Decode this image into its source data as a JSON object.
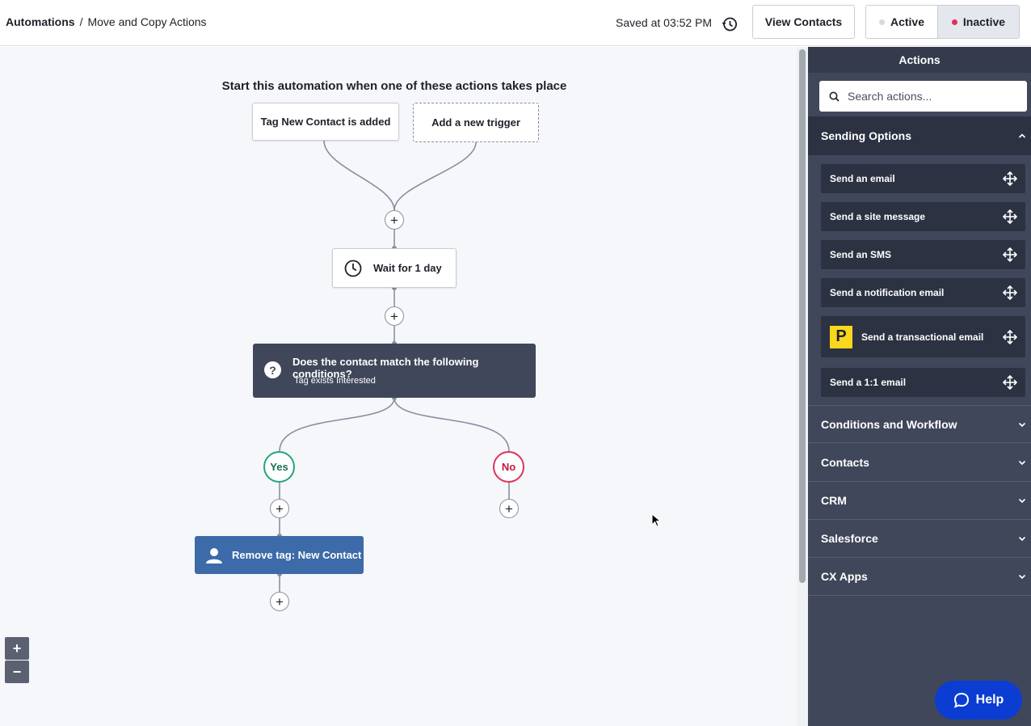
{
  "header": {
    "breadcrumb_root": "Automations",
    "breadcrumb_sep": "/",
    "breadcrumb_current": "Move and Copy Actions",
    "saved_text": "Saved at 03:52 PM",
    "view_contacts": "View Contacts",
    "status_active": "Active",
    "status_inactive": "Inactive",
    "active_dot_color": "#d7d9de",
    "inactive_dot_color": "#e0315a"
  },
  "canvas": {
    "title": "Start this automation when one of these actions takes place",
    "trigger1": "Tag New Contact is added",
    "trigger_add": "Add a new trigger",
    "wait": "Wait for 1 day",
    "condition_title": "Does the contact match the following conditions?",
    "condition_detail": "Tag exists Interested",
    "yes": "Yes",
    "no": "No",
    "action": "Remove tag: New Contact",
    "plus": "+",
    "zoom_in": "+",
    "zoom_out": "−"
  },
  "sidebar": {
    "title": "Actions",
    "search_placeholder": "Search actions...",
    "open_section": "Sending Options",
    "items": [
      "Send an email",
      "Send a site message",
      "Send an SMS",
      "Send a notification email",
      "Send a transactional email",
      "Send a 1:1 email"
    ],
    "postmark_letter": "P",
    "sections": [
      "Conditions and Workflow",
      "Contacts",
      "CRM",
      "Salesforce",
      "CX Apps"
    ]
  },
  "help": "Help",
  "colors": {
    "sidebar_bg": "#40475a",
    "yes_green": "#23a57a",
    "no_red": "#e0315a",
    "action_blue": "#3d6aa8",
    "help_blue": "#0b3dd3"
  }
}
